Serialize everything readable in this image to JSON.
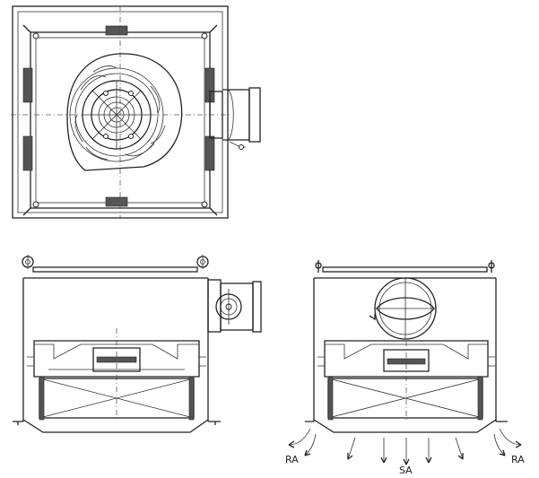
{
  "labels": {
    "return_air_left": "RA",
    "supply_air": "SA",
    "return_air_right": "RA"
  }
}
